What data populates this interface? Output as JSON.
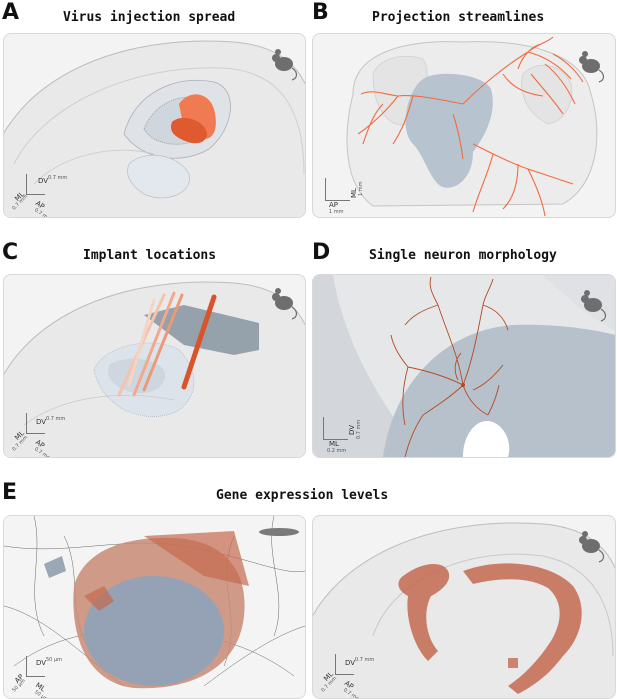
{
  "panels": [
    {
      "letter": "A",
      "title": "Virus injection spread",
      "species": "mouse-icon",
      "scale": {
        "axes": [
          "DV",
          "ML",
          "AP"
        ],
        "lengths": [
          "0.7 mm",
          "0.7 mm",
          "0.7 mm"
        ]
      }
    },
    {
      "letter": "B",
      "title": "Projection streamlines",
      "species": "mouse-icon",
      "scale": {
        "axes": [
          "ML",
          "AP"
        ],
        "lengths": [
          "1 mm",
          "1 mm"
        ]
      }
    },
    {
      "letter": "C",
      "title": "Implant locations",
      "species": "mouse-icon",
      "scale": {
        "axes": [
          "DV",
          "ML",
          "AP"
        ],
        "lengths": [
          "0.7 mm",
          "0.7 mm",
          "0.7 mm"
        ]
      }
    },
    {
      "letter": "D",
      "title": "Single neuron morphology",
      "species": "mouse-icon",
      "scale": {
        "axes": [
          "DV",
          "ML"
        ],
        "lengths": [
          "0.7 mm",
          "0.2 mm"
        ]
      }
    },
    {
      "letter": "E",
      "title": "Gene expression levels",
      "species": "zebrafish-icon",
      "scale": {
        "axes": [
          "DV",
          "AP",
          "ML"
        ],
        "lengths": [
          "50 µm",
          "50 µm",
          "50 µm"
        ]
      }
    },
    {
      "letter": "",
      "title": "",
      "species": "mouse-icon",
      "scale": {
        "axes": [
          "DV",
          "ML",
          "AP"
        ],
        "lengths": [
          "0.7 mm",
          "0.7 mm",
          "0.7 mm"
        ]
      }
    }
  ],
  "colors": {
    "accent": "#f26a3d",
    "implant": "#d9532b",
    "gene_low": "#8fa3b8",
    "gene_high": "#c46a4f"
  }
}
